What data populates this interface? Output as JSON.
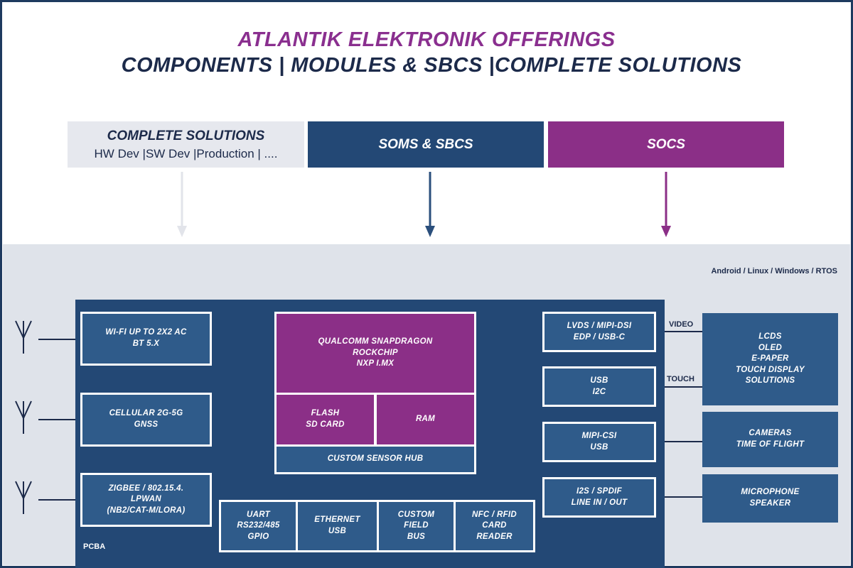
{
  "header": {
    "title": "ATLANTIK ELEKTRONIK OFFERINGS",
    "subtitle": "COMPONENTS |  MODULES & SBCS |COMPLETE SOLUTIONS"
  },
  "offerings": [
    {
      "title": "COMPLETE SOLUTIONS",
      "subtitle": "HW Dev |SW Dev |Production | ....",
      "color": "#e6e8ee",
      "text_color": "#1c2a4a",
      "arrow_color": "#e2e4ea"
    },
    {
      "title": "SOMS & SBCS",
      "color": "#234875",
      "text_color": "#ffffff",
      "arrow_color": "#2b4f7c"
    },
    {
      "title": "SOCS",
      "color": "#8b2f87",
      "text_color": "#ffffff",
      "arrow_color": "#8b2f87"
    }
  ],
  "os_support": "Android / Linux  / Windows  / RTOS",
  "pcba_label": "PCBA",
  "left_modules": [
    "WI-FI UP TO 2X2 AC\nBT 5.X",
    "CELLULAR 2G-5G\nGNSS",
    "ZIGBEE / 802.15.4.\nLPWAN\n(NB2/CAT-M/LORA)"
  ],
  "soc": {
    "processor": "QUALCOMM SNAPDRAGON\nROCKCHIP\nNXP  I.MX",
    "flash": "FLASH\nSD CARD",
    "ram": "RAM",
    "sensor_hub": "CUSTOM SENSOR HUB"
  },
  "bottom_interfaces": [
    "UART\nRS232/485\nGPIO",
    "ETHERNET\nUSB",
    "CUSTOM\nFIELD\nBUS",
    "NFC / RFID\nCARD\nREADER"
  ],
  "right_interfaces": [
    "LVDS / MIPI-DSI\nEDP / USB-C",
    "USB\nI2C",
    "MIPI-CSI\nUSB",
    "I2S / SPDIF\nLINE IN / OUT"
  ],
  "connection_labels": {
    "video": "VIDEO",
    "touch": "TOUCH"
  },
  "peripherals": [
    "LCDS\nOLED\nE-PAPER\nTOUCH DISPLAY\nSOLUTIONS",
    "CAMERAS\nTIME OF FLIGHT",
    "MICROPHONE\nSPEAKER"
  ],
  "icons": {
    "antenna": "antenna-icon"
  },
  "colors": {
    "navy": "#234875",
    "box_blue": "#2f5b8a",
    "purple": "#8b2f87",
    "grey_zone": "#dfe3ea",
    "text_dark": "#1c2a4a"
  }
}
